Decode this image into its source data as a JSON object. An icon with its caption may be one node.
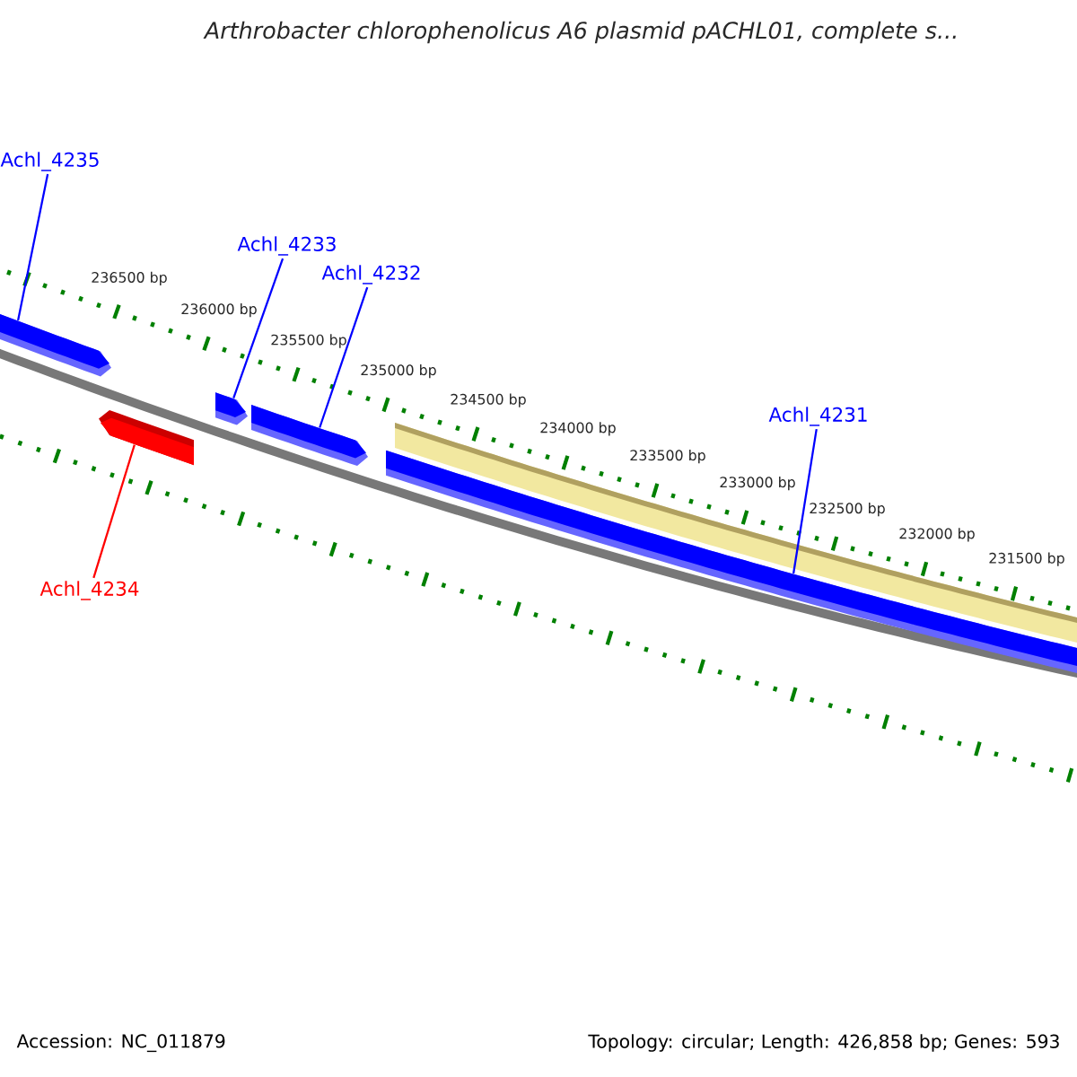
{
  "diagram": {
    "title": "Arthrobacter chlorophenolicus A6 plasmid pACHL01, complete s...",
    "nodes": [
      {
        "text": [
          "Achl_4235"
        ]
      },
      {
        "text": [],
        "shape": "bar"
      },
      {
        "text": [
          "Achl_4233"
        ]
      },
      {
        "text": [],
        "shape": "bar"
      },
      {
        "text": [
          "Achl_4232"
        ]
      },
      {
        "text": [],
        "shape": "bar"
      },
      {
        "text": [
          "Achl_4231"
        ]
      },
      {
        "text": [],
        "shape": "bar"
      },
      {
        "text": [
          "Achl_4234"
        ]
      },
      {
        "text": [],
        "shape": "bar"
      },
      {
        "text": [],
        "shape": "bar"
      }
    ],
    "edges": [
      {
        "from": 0,
        "to": 1,
        "arrow": "none"
      },
      {
        "from": 2,
        "to": 3,
        "arrow": "none"
      },
      {
        "from": 4,
        "to": 5,
        "arrow": "none"
      },
      {
        "from": 6,
        "to": 7,
        "arrow": "none"
      },
      {
        "from": 8,
        "to": 9,
        "arrow": "none",
        "color": "#ff0000"
      }
    ],
    "labels": [
      "236500 bp",
      "236000 bp",
      "235500 bp",
      "235000 bp",
      "234500 bp",
      "234000 bp",
      "233500 bp",
      "233000 bp",
      "232500 bp",
      "232000 bp",
      "231500 bp",
      "Accession: NC_011879",
      "Topology: circular; Length: 426,858 bp; Genes: 593"
    ]
  }
}
